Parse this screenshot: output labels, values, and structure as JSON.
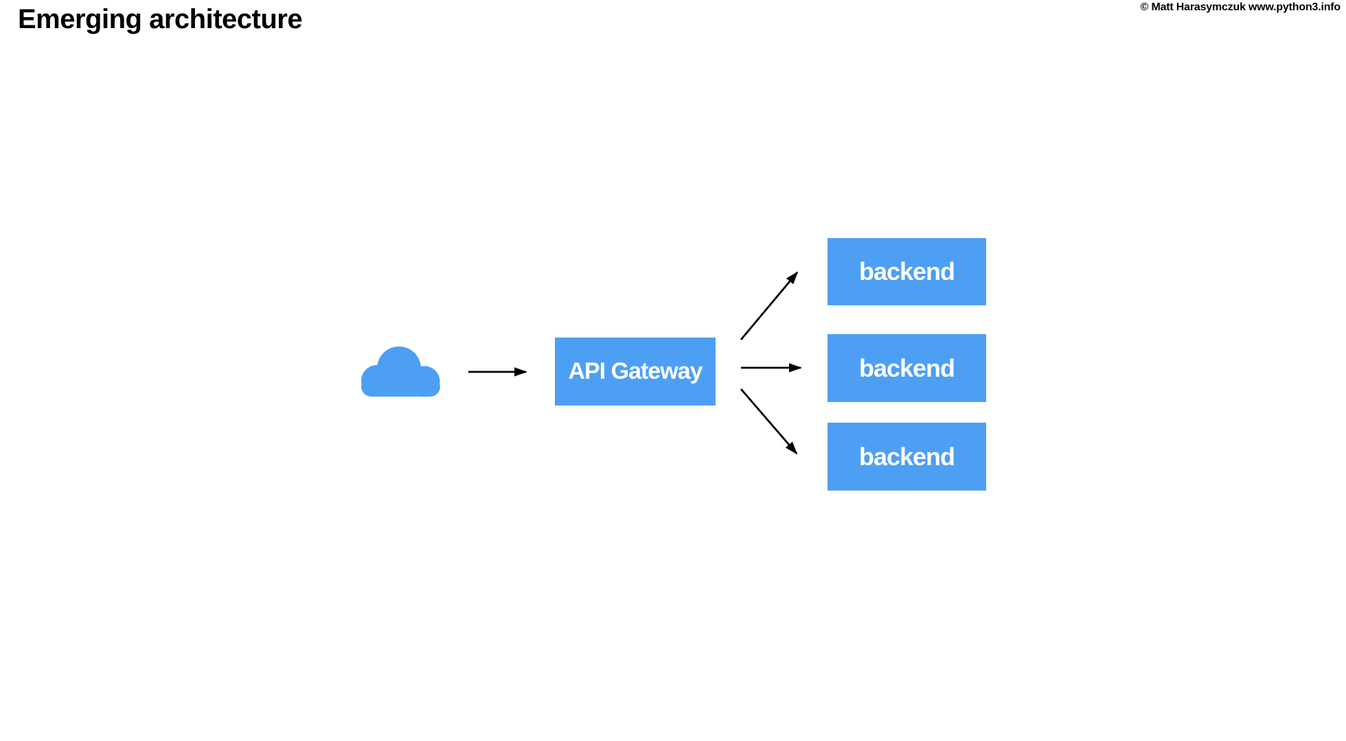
{
  "slide": {
    "title": "Emerging architecture",
    "copyright": "© Matt Harasymczuk www.python3.info"
  },
  "colors": {
    "background": "#FFFFFF",
    "node_fill": "#4D9FF4",
    "node_text": "#FFFFFF",
    "arrow": "#000000",
    "text": "#000000"
  },
  "diagram": {
    "source": {
      "icon": "cloud-icon",
      "label": ""
    },
    "nodes": [
      {
        "id": "api-gateway",
        "label": "API Gateway"
      },
      {
        "id": "backend-1",
        "label": "backend"
      },
      {
        "id": "backend-2",
        "label": "backend"
      },
      {
        "id": "backend-3",
        "label": "backend"
      }
    ],
    "edges": [
      {
        "from": "cloud",
        "to": "api-gateway"
      },
      {
        "from": "api-gateway",
        "to": "backend-1"
      },
      {
        "from": "api-gateway",
        "to": "backend-2"
      },
      {
        "from": "api-gateway",
        "to": "backend-3"
      }
    ]
  }
}
